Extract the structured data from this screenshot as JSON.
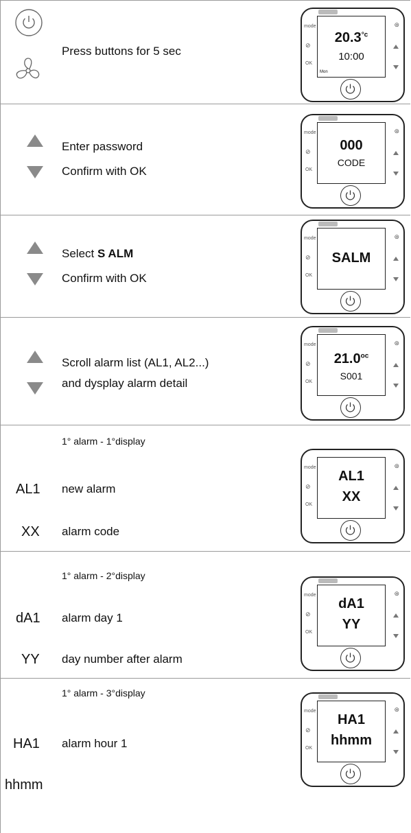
{
  "steps": [
    {
      "line1": "Press buttons for 5 sec",
      "screen": {
        "big": "20.3",
        "unit": "°c",
        "small": "10:00",
        "tag": "Mon"
      }
    },
    {
      "line1": "Enter password",
      "line2": "Confirm with OK",
      "screen": {
        "big": "000",
        "small": "CODE"
      }
    },
    {
      "line1_pre": "Select ",
      "line1_bold": "S ALM",
      "line2": "Confirm with OK",
      "screen": {
        "big": "SALM"
      }
    },
    {
      "line1": "Scroll alarm list (AL1, AL2...)",
      "line2": "and dysplay alarm detail",
      "screen": {
        "big": "21.0",
        "unit": "oc",
        "small": "S001"
      }
    },
    {
      "header": "1° alarm - 1°display",
      "code1": "AL1",
      "desc1": "new alarm",
      "code2": "XX",
      "desc2": "alarm code",
      "screen": {
        "big": "AL1",
        "small": "XX"
      }
    },
    {
      "header": "1° alarm - 2°display",
      "code1": "dA1",
      "desc1": "alarm day 1",
      "code2": "YY",
      "desc2": "day number after alarm",
      "screen": {
        "big": "dA1",
        "small": "YY"
      }
    },
    {
      "header": "1° alarm - 3°display",
      "code1": "HA1",
      "desc1": "alarm hour 1",
      "code2": "hhmm",
      "screen": {
        "big": "HA1",
        "small": "hhmm"
      }
    }
  ],
  "device_labels": {
    "mode": "mode",
    "ok": "OK"
  }
}
